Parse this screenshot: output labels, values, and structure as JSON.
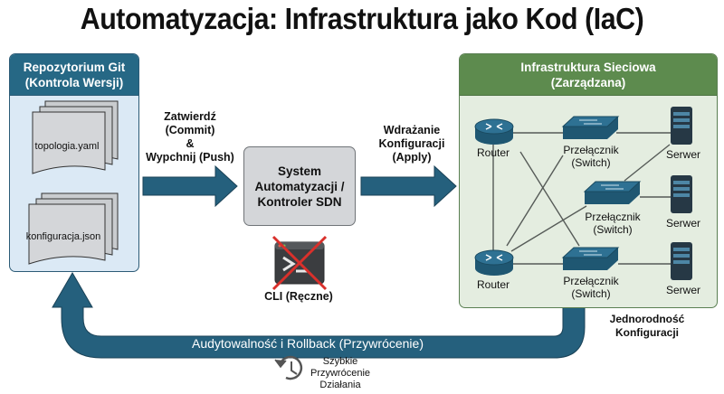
{
  "title": "Automatyzacja: Infrastruktura jako Kod (IaC)",
  "repository": {
    "title_line1": "Repozytorium Git",
    "title_line2": "(Kontrola Wersji)",
    "files": [
      "topologia.yaml",
      "konfiguracja.json"
    ]
  },
  "commit_step": {
    "line1": "Zatwierdź",
    "line2": "(Commit)",
    "line3": "&",
    "line4": "Wypchnij (Push)"
  },
  "automation_system": {
    "line1": "System",
    "line2": "Automatyzacji /",
    "line3": "Kontroler SDN"
  },
  "deploy_step": {
    "line1": "Wdrażanie",
    "line2": "Konfiguracji",
    "line3": "(Apply)"
  },
  "cli": {
    "label": "CLI (Ręczne)",
    "icon": "terminal-icon",
    "crossed_out": true
  },
  "infrastructure": {
    "title_line1": "Infrastruktura Sieciowa",
    "title_line2": "(Zarządzana)",
    "routers": [
      {
        "label": "Router"
      },
      {
        "label": "Router"
      }
    ],
    "switches": [
      {
        "line1": "Przełącznik",
        "line2": "(Switch)"
      },
      {
        "line1": "Przełącznik",
        "line2": "(Switch)"
      },
      {
        "line1": "Przełącznik",
        "line2": "(Switch)"
      }
    ],
    "servers": [
      {
        "label": "Serwer"
      },
      {
        "label": "Serwer"
      },
      {
        "label": "Serwer"
      }
    ]
  },
  "consistency": {
    "line1": "Jednorodność",
    "line2": "Konfiguracji"
  },
  "feedback_loop": {
    "label": "Audytowalność i Rollback (Przywrócenie)"
  },
  "fast_recovery": {
    "line1": "Szybkie",
    "line2": "Przywrócenie",
    "line3": "Działania",
    "icon": "history-clock-icon"
  },
  "colors": {
    "arrow": "#25607d",
    "repo_header": "#266885",
    "repo_bg": "#dbe9f5",
    "infra_header": "#5d8b4e",
    "infra_bg": "#e4ede0",
    "device": "#2a6684",
    "cross": "#d9302b"
  }
}
